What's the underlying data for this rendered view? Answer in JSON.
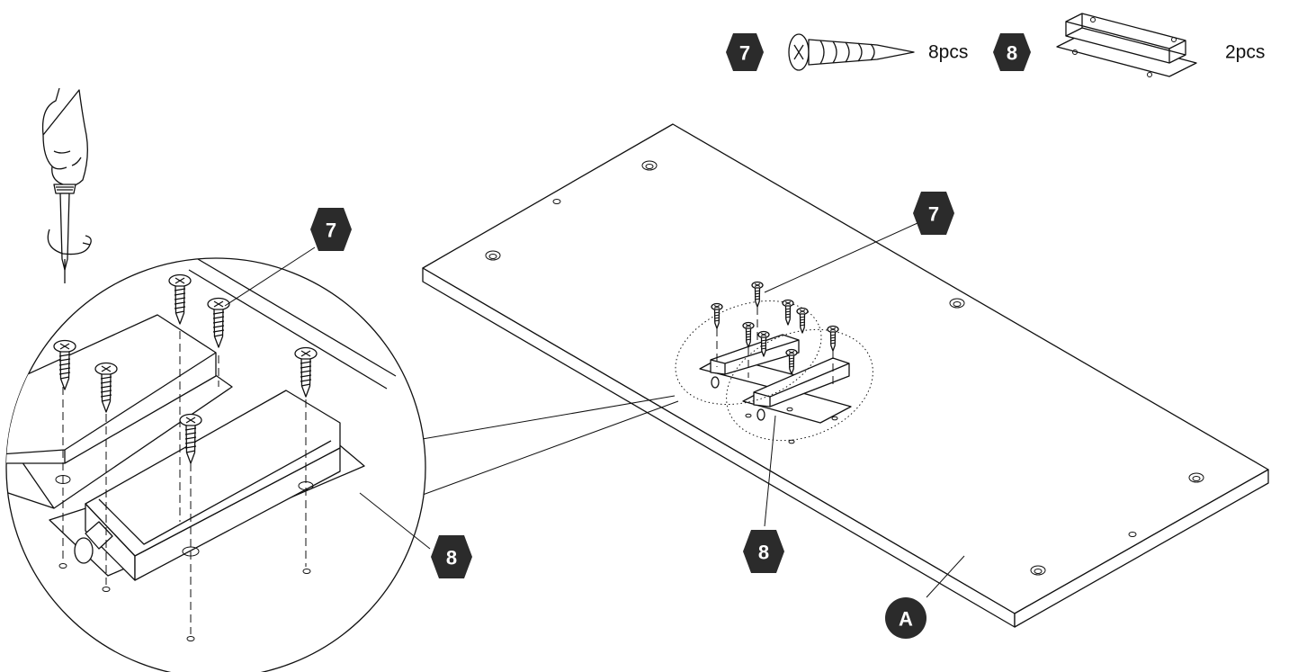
{
  "parts_legend": [
    {
      "number": "7",
      "part": "screw-icon",
      "quantity": "8pcs"
    },
    {
      "number": "8",
      "part": "bracket-icon",
      "quantity": "2pcs"
    }
  ],
  "callouts": {
    "detail_screw": "7",
    "detail_bracket": "8",
    "board_screw": "7",
    "board_bracket": "8",
    "board_panel": "A"
  },
  "colors": {
    "badge": "#2b2b2b",
    "line": "#111111",
    "background": "#ffffff"
  }
}
